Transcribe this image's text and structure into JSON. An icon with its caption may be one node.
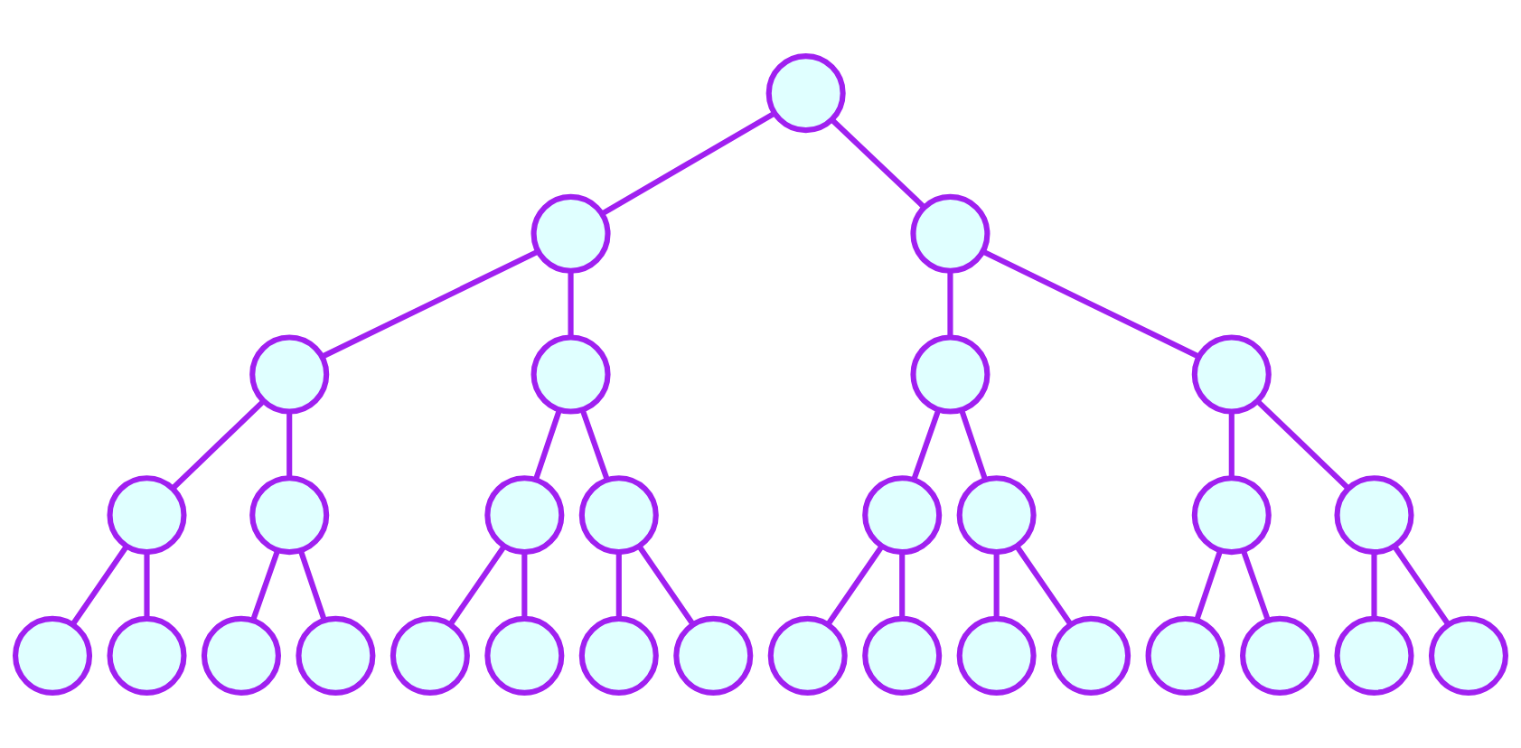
{
  "diagram": {
    "nodes": [
      {
        "text": [],
        "shape": "circle"
      },
      {
        "text": [],
        "shape": "circle"
      },
      {
        "text": [],
        "shape": "circle"
      },
      {
        "text": [],
        "shape": "circle"
      },
      {
        "text": [],
        "shape": "circle"
      },
      {
        "text": [],
        "shape": "circle"
      },
      {
        "text": [],
        "shape": "circle"
      },
      {
        "text": [],
        "shape": "circle"
      },
      {
        "text": [],
        "shape": "circle"
      },
      {
        "text": [],
        "shape": "circle"
      },
      {
        "text": [],
        "shape": "circle"
      },
      {
        "text": [],
        "shape": "circle"
      },
      {
        "text": [],
        "shape": "circle"
      },
      {
        "text": [],
        "shape": "circle"
      },
      {
        "text": [],
        "shape": "circle"
      },
      {
        "text": [],
        "shape": "circle"
      },
      {
        "text": [],
        "shape": "circle"
      },
      {
        "text": [],
        "shape": "circle"
      },
      {
        "text": [],
        "shape": "circle"
      },
      {
        "text": [],
        "shape": "circle"
      },
      {
        "text": [],
        "shape": "circle"
      },
      {
        "text": [],
        "shape": "circle"
      },
      {
        "text": [],
        "shape": "circle"
      },
      {
        "text": [],
        "shape": "circle"
      },
      {
        "text": [],
        "shape": "circle"
      },
      {
        "text": [],
        "shape": "circle"
      },
      {
        "text": [],
        "shape": "circle"
      },
      {
        "text": [],
        "shape": "circle"
      },
      {
        "text": [],
        "shape": "circle"
      },
      {
        "text": [],
        "shape": "circle"
      },
      {
        "text": [],
        "shape": "circle"
      }
    ],
    "edges": [
      {
        "from": 0,
        "to": 1,
        "arrow": "none"
      },
      {
        "from": 0,
        "to": 2,
        "arrow": "none"
      },
      {
        "from": 1,
        "to": 3,
        "arrow": "none"
      },
      {
        "from": 1,
        "to": 4,
        "arrow": "none"
      },
      {
        "from": 2,
        "to": 5,
        "arrow": "none"
      },
      {
        "from": 2,
        "to": 6,
        "arrow": "none"
      },
      {
        "from": 3,
        "to": 7,
        "arrow": "none"
      },
      {
        "from": 3,
        "to": 8,
        "arrow": "none"
      },
      {
        "from": 4,
        "to": 9,
        "arrow": "none"
      },
      {
        "from": 4,
        "to": 10,
        "arrow": "none"
      },
      {
        "from": 5,
        "to": 11,
        "arrow": "none"
      },
      {
        "from": 5,
        "to": 12,
        "arrow": "none"
      },
      {
        "from": 6,
        "to": 13,
        "arrow": "none"
      },
      {
        "from": 6,
        "to": 14,
        "arrow": "none"
      },
      {
        "from": 7,
        "to": 15,
        "arrow": "none"
      },
      {
        "from": 7,
        "to": 16,
        "arrow": "none"
      },
      {
        "from": 8,
        "to": 17,
        "arrow": "none"
      },
      {
        "from": 8,
        "to": 18,
        "arrow": "none"
      },
      {
        "from": 9,
        "to": 19,
        "arrow": "none"
      },
      {
        "from": 9,
        "to": 20,
        "arrow": "none"
      },
      {
        "from": 10,
        "to": 21,
        "arrow": "none"
      },
      {
        "from": 10,
        "to": 22,
        "arrow": "none"
      },
      {
        "from": 11,
        "to": 23,
        "arrow": "none"
      },
      {
        "from": 11,
        "to": 24,
        "arrow": "none"
      },
      {
        "from": 12,
        "to": 25,
        "arrow": "none"
      },
      {
        "from": 12,
        "to": 26,
        "arrow": "none"
      },
      {
        "from": 13,
        "to": 27,
        "arrow": "none"
      },
      {
        "from": 13,
        "to": 28,
        "arrow": "none"
      },
      {
        "from": 14,
        "to": 29,
        "arrow": "none"
      },
      {
        "from": 14,
        "to": 30,
        "arrow": "none"
      }
    ]
  }
}
